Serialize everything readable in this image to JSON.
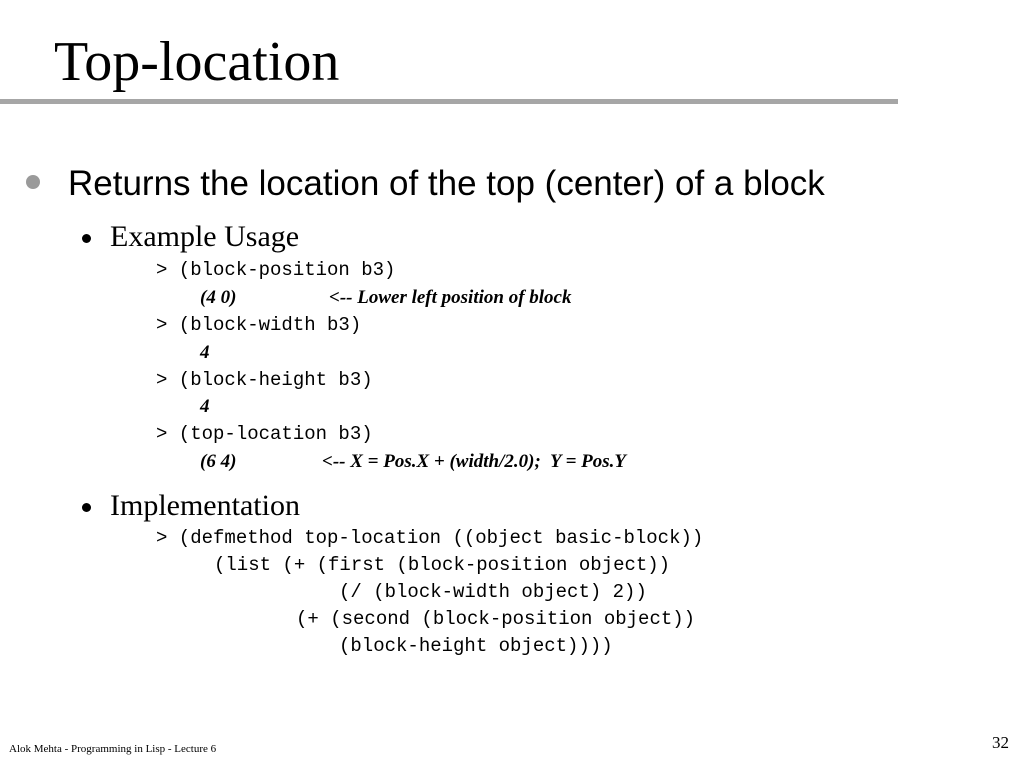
{
  "slide": {
    "title": "Top-location",
    "bullet1": "Returns the location of the top (center) of a block",
    "example": {
      "heading": "Example Usage",
      "lines": [
        "> (block-position b3)",
        "(4 0)",
        "<-- Lower left position of block",
        "> (block-width b3)",
        "4",
        "> (block-height b3)",
        "4",
        "> (top-location b3)",
        "(6 4)",
        "<-- X = Pos.X + (width/2.0);  Y = Pos.Y"
      ]
    },
    "implementation": {
      "heading": "Implementation",
      "lines": [
        "> (defmethod top-location ((object basic-block))",
        "(list (+ (first (block-position object))",
        "(/ (block-width object) 2))",
        "(+ (second (block-position object))",
        "(block-height object))))"
      ]
    }
  },
  "footer": {
    "author": "Alok Mehta - Programming in Lisp - Lecture 6",
    "page": "32"
  }
}
